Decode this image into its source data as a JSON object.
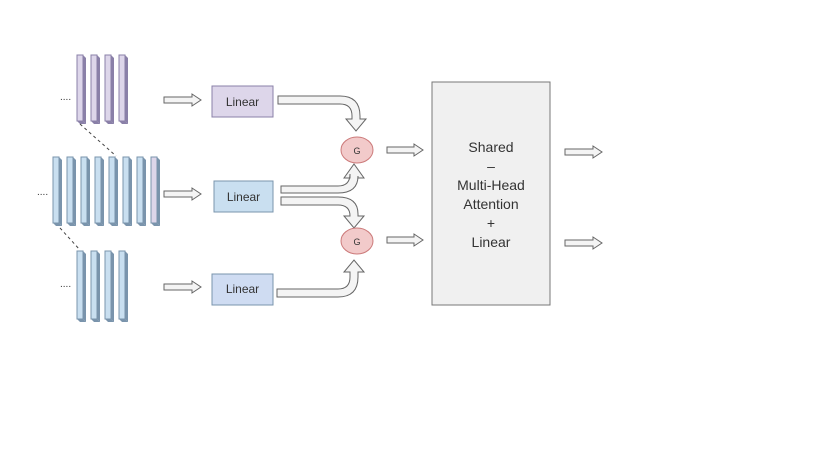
{
  "colors": {
    "purple_fill": "#ddd6ea",
    "purple_stroke": "#8a80a8",
    "blue_fill": "#c9dff0",
    "blue_stroke": "#7a94ac",
    "periwinkle_fill": "#cfdcf2",
    "gate_fill": "#f2caca",
    "gate_stroke": "#cc7a7a",
    "box_fill": "#f0f0f0",
    "box_stroke": "#777777",
    "arrow_fill": "#f4f4f4",
    "arrow_stroke": "#666666"
  },
  "inputs": {
    "top": {
      "ellipsis": "....",
      "stack_count": 4
    },
    "middle": {
      "ellipsis": "....",
      "stack_count": 8
    },
    "bottom": {
      "ellipsis": "....",
      "stack_count": 4
    }
  },
  "linear_layers": [
    {
      "label": "Linear"
    },
    {
      "label": "Linear"
    },
    {
      "label": "Linear"
    }
  ],
  "gates": [
    {
      "label": "G"
    },
    {
      "label": "G"
    }
  ],
  "shared_block": {
    "line1": "Shared",
    "line2": "–",
    "line3": "Multi-Head",
    "line4": "Attention",
    "line5": "+",
    "line6": "Linear"
  }
}
